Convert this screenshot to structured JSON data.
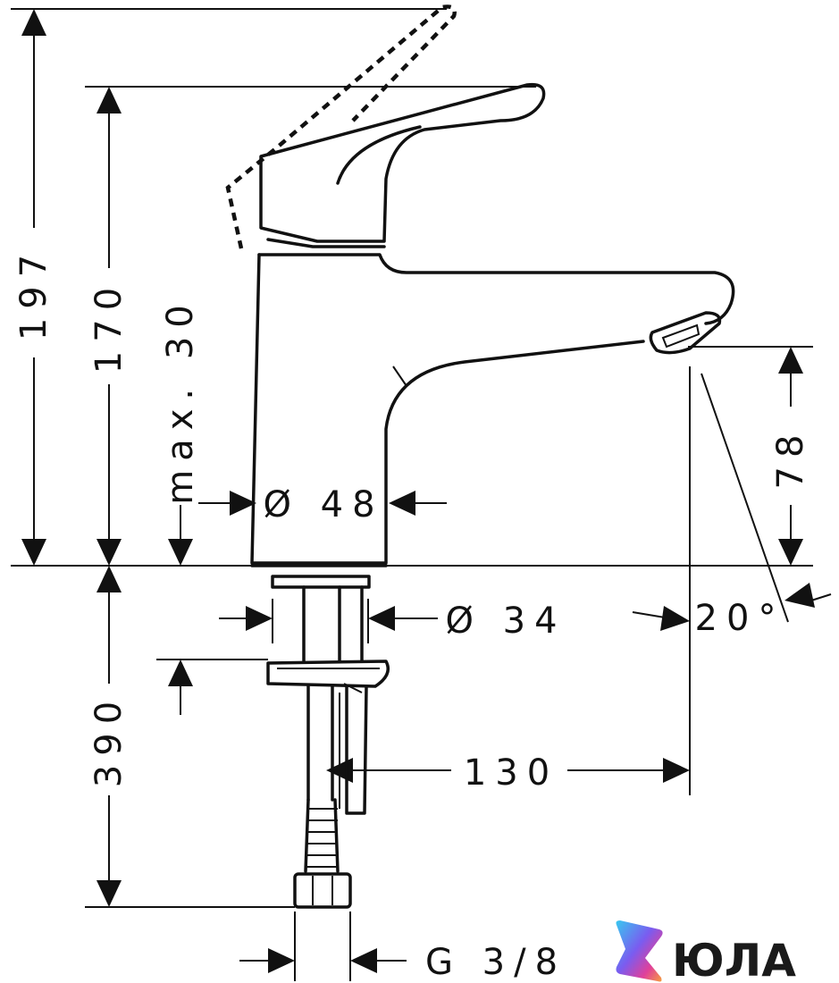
{
  "dimensions": {
    "total_height": "197",
    "body_height": "170",
    "max_thickness": "max. 30",
    "body_diameter": "Ø 48",
    "hole_diameter": "Ø 34",
    "spout_angle": "20°",
    "spout_height": "78",
    "hose_length": "390",
    "spout_reach": "130",
    "connection_thread": "G 3/8"
  },
  "logo": {
    "text": "ЮЛА"
  },
  "colors": {
    "line": "#111111",
    "background": "#ffffff"
  }
}
